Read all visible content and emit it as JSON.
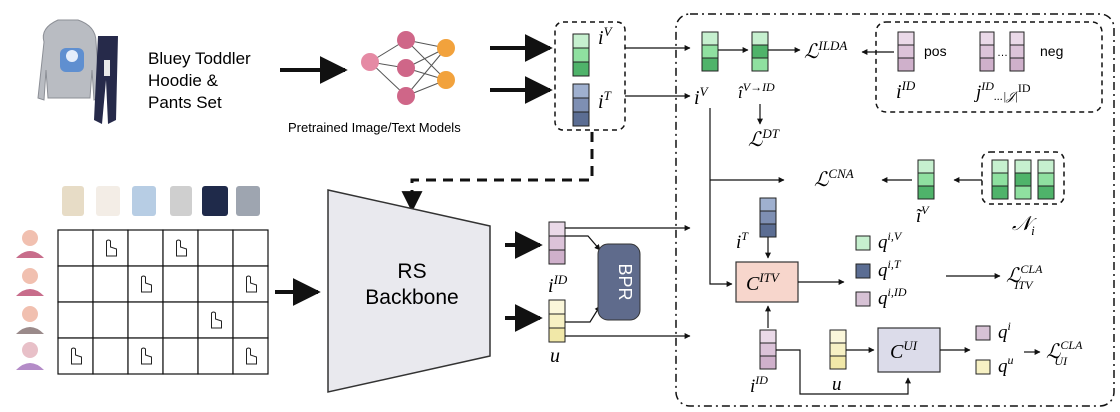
{
  "product": {
    "title_lines": [
      "Bluey Toddler",
      "Hoodie &",
      "Pants Set"
    ]
  },
  "models_caption": "Pretrained Image/Text Models",
  "backbone": {
    "line1": "RS",
    "line2": "Backbone"
  },
  "bpr_label": "BPR",
  "matrix": {
    "rows": 4,
    "cols": 6,
    "clicks": [
      [
        0,
        1
      ],
      [
        0,
        3
      ],
      [
        1,
        2
      ],
      [
        1,
        5
      ],
      [
        2,
        4
      ],
      [
        3,
        0
      ],
      [
        3,
        2
      ],
      [
        3,
        5
      ]
    ]
  },
  "symbols": {
    "iV": "i",
    "iV_sup": "V",
    "iT": "i",
    "iT_sup": "T",
    "iID": "i",
    "iID_sup": "ID",
    "u": "u",
    "iV_hat": "î",
    "iV_hat_sup": "V→ID",
    "j": "j",
    "j_sup": "ID",
    "j_sub": "...|𝒥|",
    "j_suffix": "ID",
    "iV_tilde": "ĩ",
    "iV_tilde_sup": "V",
    "Ni": "𝒩",
    "Ni_sub": "i"
  },
  "losses": {
    "ilda": "ℒ",
    "ilda_sup": "ILDA",
    "dt": "ℒ",
    "dt_sup": "DT",
    "cna": "ℒ",
    "cna_sup": "CNA",
    "cla_itv": "ℒ",
    "cla_itv_sup": "CLA",
    "cla_itv_sub": "ITV",
    "cla_ui": "ℒ",
    "cla_ui_sup": "CLA",
    "cla_ui_sub": "UI"
  },
  "labels": {
    "pos": "pos",
    "neg": "neg"
  },
  "modules": {
    "itv": "C",
    "itv_sup": "ITV",
    "ui": "C",
    "ui_sup": "UI"
  },
  "outputs": {
    "qiV": "q",
    "qiV_sup": "i,V",
    "qiT": "q",
    "qiT_sup": "i,T",
    "qiID": "q",
    "qiID_sup": "i,ID",
    "qi": "q",
    "qi_sup": "i",
    "qu": "q",
    "qu_sup": "u"
  },
  "colors": {
    "visual_light": "#c6f0cf",
    "visual_mid": "#8fe0a0",
    "visual_dark": "#4fb36a",
    "text_light": "#9fb0cf",
    "text_dark": "#5b6d93",
    "id_color": "#d7c2d5",
    "user_color": "#f7f1c4",
    "backbone_fill": "#e9e9ee",
    "bpr_fill": "#5f6b8c",
    "itv_fill": "#f7d6cc",
    "ui_fill": "#dcdcea"
  }
}
